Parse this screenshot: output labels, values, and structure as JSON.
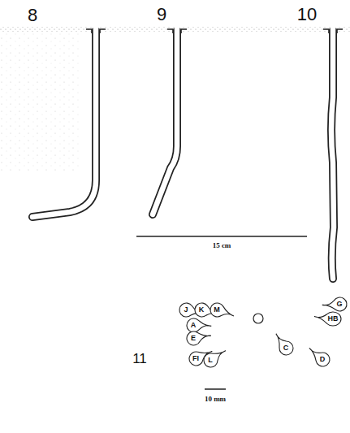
{
  "diagram": {
    "nodes": [
      {
        "text": [
          "J"
        ]
      },
      {
        "text": [
          "K"
        ]
      },
      {
        "text": [
          "M"
        ]
      },
      {
        "text": [
          "G"
        ]
      },
      {
        "text": [
          "HB"
        ]
      },
      {
        "text": [
          "A"
        ]
      },
      {
        "text": [
          "E"
        ]
      },
      {
        "text": [
          "C"
        ]
      },
      {
        "text": [
          "FI"
        ]
      },
      {
        "text": [
          "L"
        ]
      },
      {
        "text": [
          "D"
        ]
      }
    ],
    "labels": [
      "8",
      "9",
      "10",
      "15 cm",
      "11",
      "10 mm"
    ]
  }
}
